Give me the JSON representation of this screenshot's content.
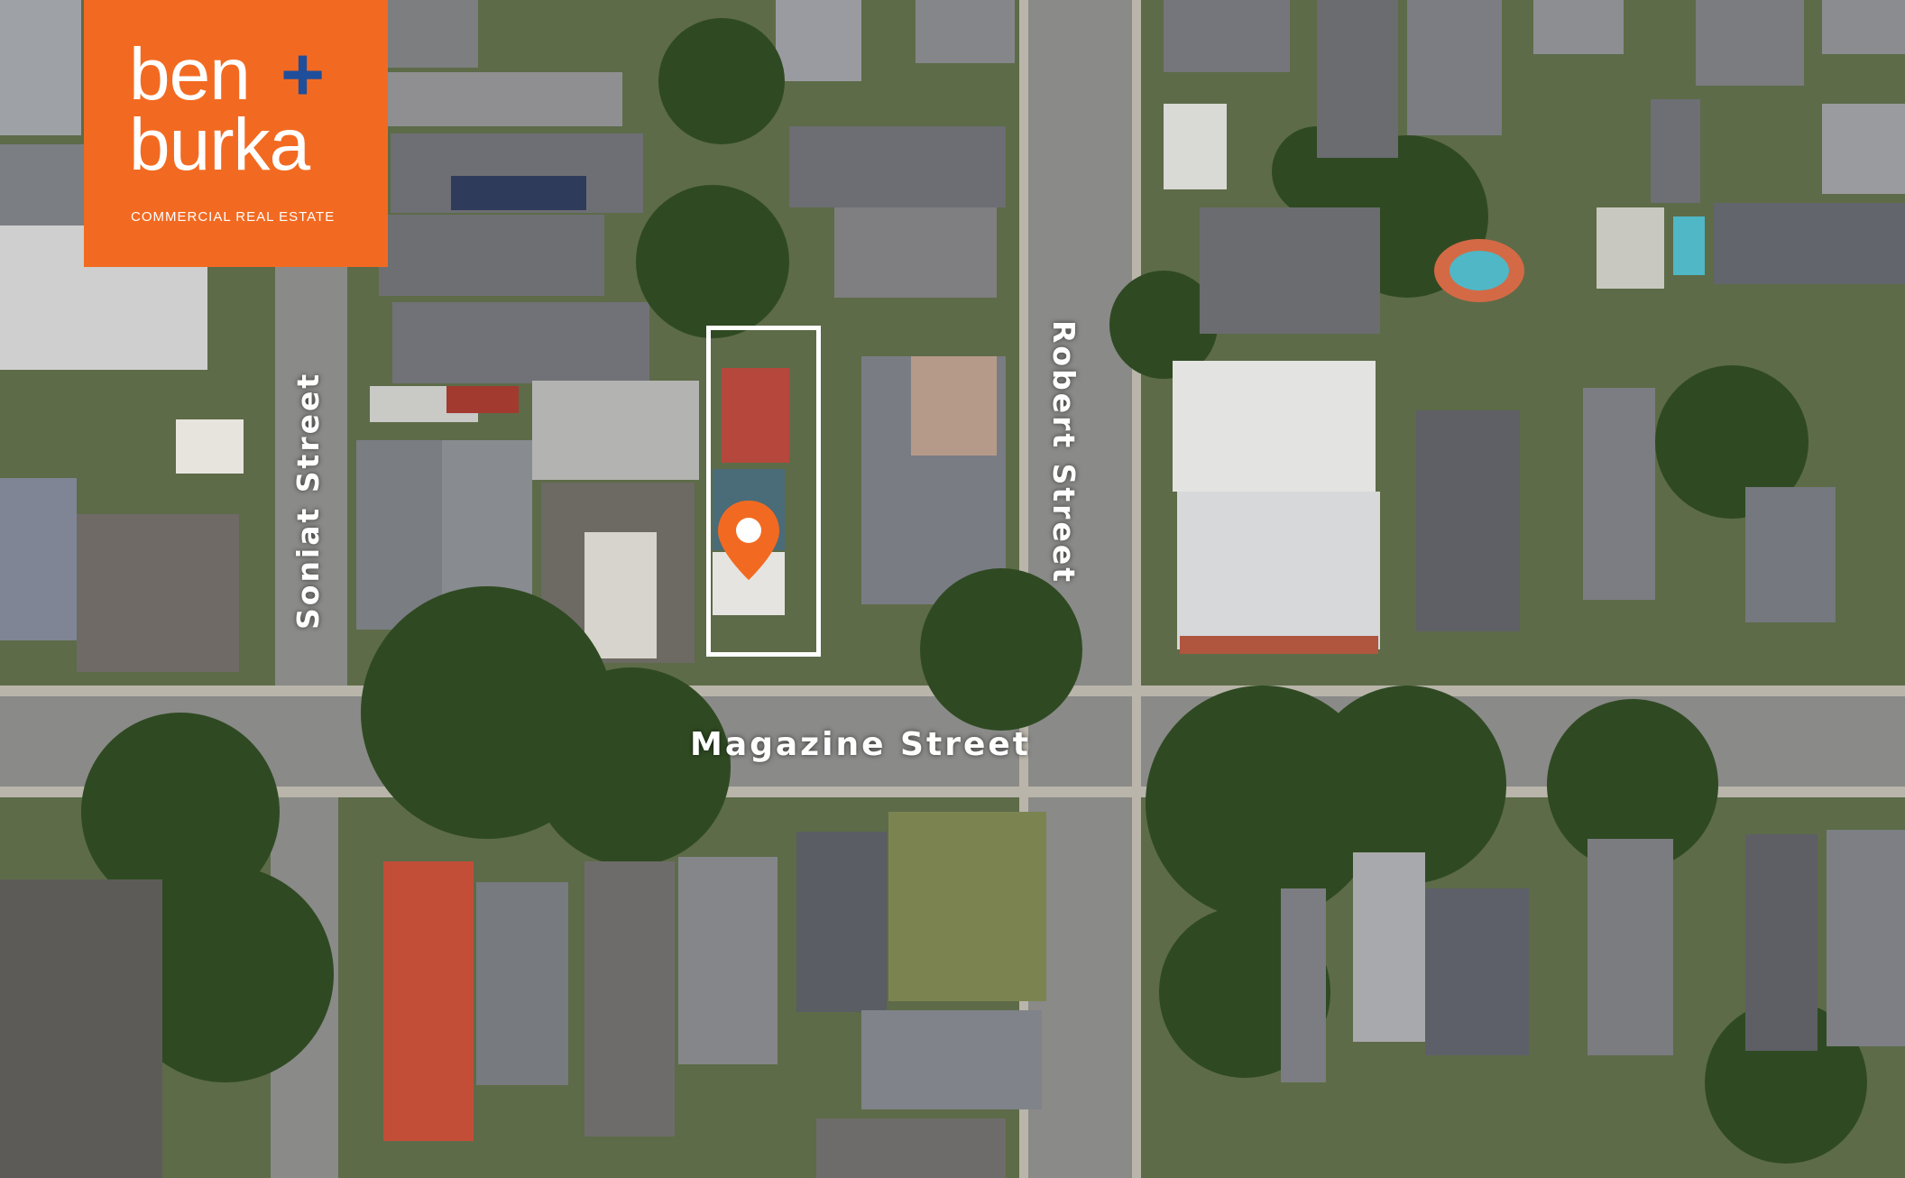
{
  "logo": {
    "word1": "ben",
    "plus": "+",
    "word2": "burka",
    "tagline": "COMMERCIAL REAL ESTATE",
    "bg_color": "#f26a21",
    "accent_color": "#1f4e9b"
  },
  "streets": {
    "magazine": "Magazine Street",
    "soniat": "Soniat Street",
    "robert": "Robert Street"
  },
  "marker": {
    "icon": "location-pin-icon",
    "color": "#f26a21"
  },
  "highlight": {
    "color": "#ffffff"
  }
}
